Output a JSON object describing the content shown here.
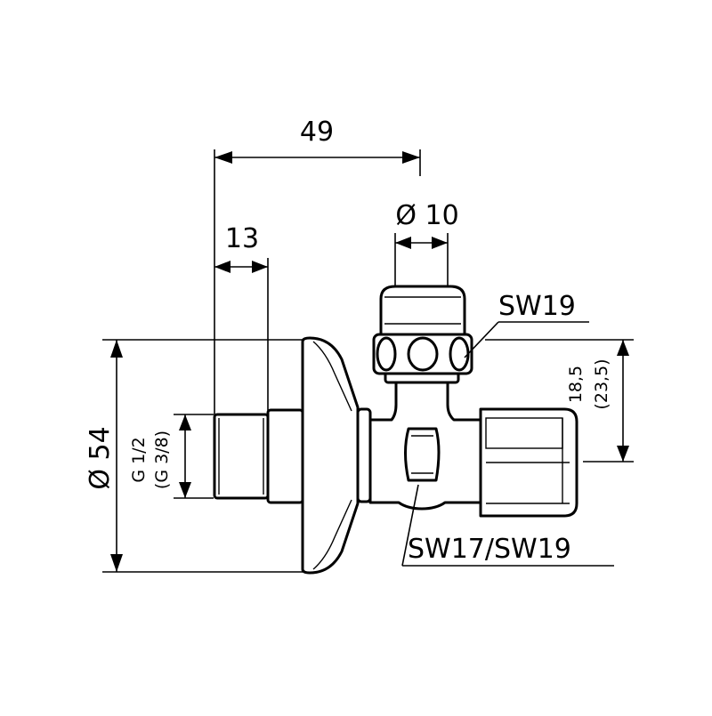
{
  "dimensions": {
    "overall_length": "49",
    "thread_length": "13",
    "spindle_diameter": "Ø 10",
    "flange_diameter": "Ø 54",
    "thread_size": "G 1/2",
    "thread_size_alt": "(G 3/8)",
    "outlet_offset": "18,5",
    "outlet_offset_alt": "(23,5)"
  },
  "wrench_sizes": {
    "top": "SW19",
    "bottom": "SW17/SW19"
  }
}
